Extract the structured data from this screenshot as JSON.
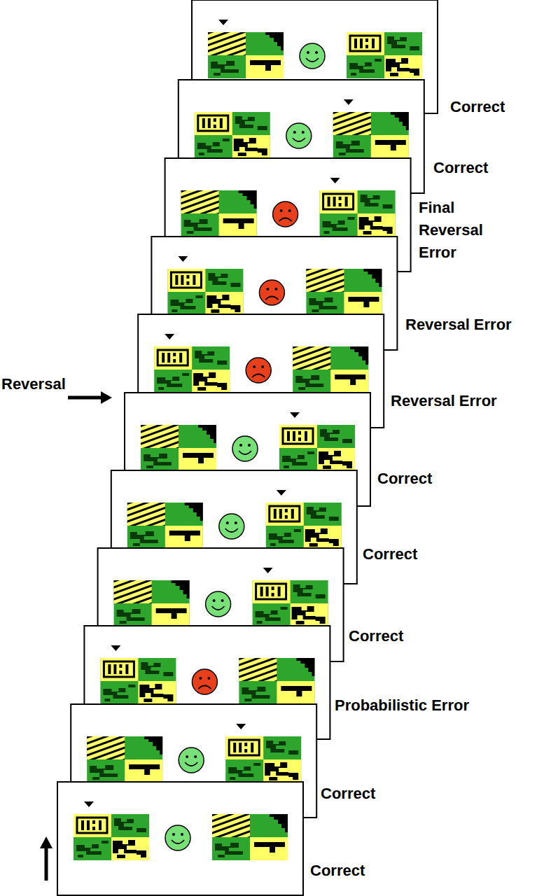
{
  "diagram": {
    "labels": [
      "Correct",
      "Correct",
      "Final Reversal Error",
      "Reversal Error",
      "Reversal",
      "Reversal Error",
      "Correct",
      "Correct",
      "Correct",
      "Probabilistic Error",
      "Correct",
      "Correct"
    ]
  }
}
